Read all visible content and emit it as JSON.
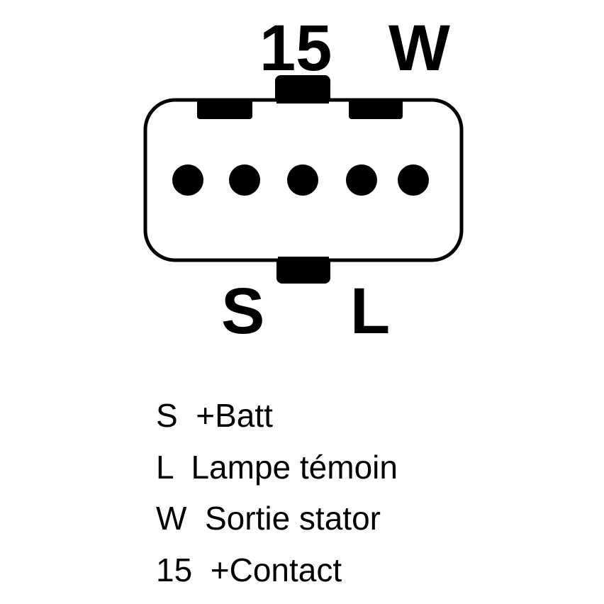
{
  "connector": {
    "top_labels": [
      "15",
      "W"
    ],
    "bottom_labels": [
      "S",
      "L"
    ],
    "pin_count": 5
  },
  "legend": [
    {
      "code": "S",
      "description": "+Batt"
    },
    {
      "code": "L",
      "description": "Lampe témoin"
    },
    {
      "code": "W",
      "description": "Sortie stator"
    },
    {
      "code": "15",
      "description": "+Contact"
    }
  ]
}
